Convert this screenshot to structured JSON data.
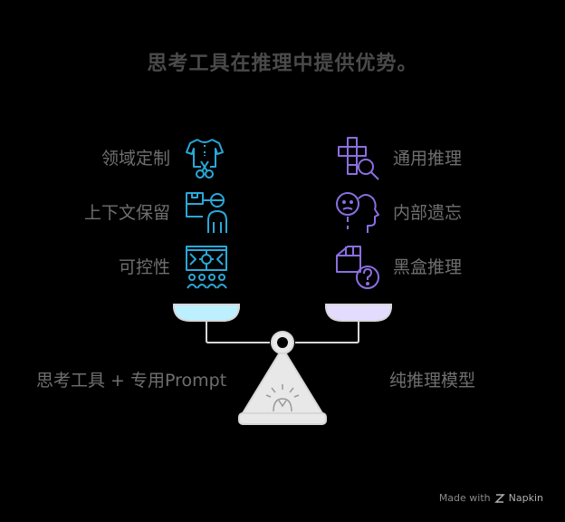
{
  "title": "思考工具在推理中提供优势。",
  "left": {
    "items": [
      {
        "label": "领域定制",
        "icon": "tailored-shirt-scissors-icon"
      },
      {
        "label": "上下文保留",
        "icon": "person-box-icon"
      },
      {
        "label": "可控性",
        "icon": "team-control-icon"
      }
    ],
    "caption": "思考工具 + 专用Prompt",
    "color": "#2aa8d8"
  },
  "right": {
    "items": [
      {
        "label": "通用推理",
        "icon": "puzzle-search-icon"
      },
      {
        "label": "内部遗忘",
        "icon": "confused-head-icon"
      },
      {
        "label": "黑盒推理",
        "icon": "box-question-icon"
      }
    ],
    "caption": "纯推理模型",
    "color": "#8b6fe0"
  },
  "footer": {
    "made_with": "Made with",
    "brand": "Napkin"
  }
}
